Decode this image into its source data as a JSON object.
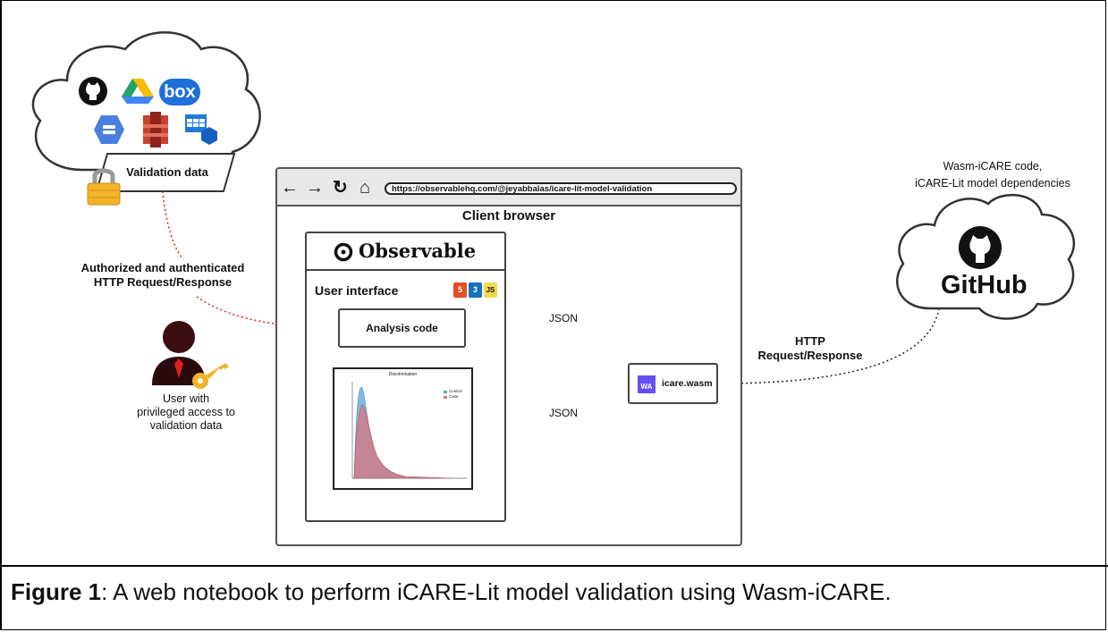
{
  "caption": {
    "figure_label": "Figure 1",
    "text": ": A web notebook to perform iCARE-Lit model validation using Wasm-iCARE."
  },
  "left_cloud": {
    "services": [
      "github-icon",
      "google-drive-icon",
      "box-icon",
      "google-cloud-storage-icon",
      "aws-s3-icon",
      "azure-table-storage-icon"
    ],
    "box_brand_text": "box",
    "validation_label": "Validation data"
  },
  "http_auth_label": {
    "line1": "Authorized and authenticated",
    "line2": "HTTP Request/Response"
  },
  "user": {
    "line1": "User with",
    "line2": "privileged access to",
    "line3": "validation data"
  },
  "browser": {
    "url": "https://observablehq.com/@jeyabbalas/icare-lit-model-validation",
    "title": "Client browser"
  },
  "observable": {
    "logo_text": "Observable",
    "ui_label": "User interface",
    "badges": [
      "5",
      "3",
      "JS"
    ],
    "analysis_label": "Analysis code"
  },
  "json_labels": {
    "top": "JSON",
    "bottom": "JSON"
  },
  "wasm": {
    "badge": "WA",
    "label": "icare.wasm"
  },
  "github": {
    "caption_line1": "Wasm-iCARE code,",
    "caption_line2": "iCARE-Lit model dependencies",
    "wordmark": "GitHub"
  },
  "http_right_label": {
    "line1": "HTTP",
    "line2": "Request/Response"
  },
  "colors": {
    "arrow_red": "#e02020",
    "control_blue": "#5aa5d8",
    "case_red": "#d9737c",
    "lock_gold": "#f0b429",
    "wasm_purple": "#654ff0",
    "observable_black": "#111111"
  },
  "chart_data": {
    "type": "area",
    "title": "Discrimination",
    "legend": [
      "Control",
      "Case"
    ],
    "legend_position": "top-right"
  }
}
